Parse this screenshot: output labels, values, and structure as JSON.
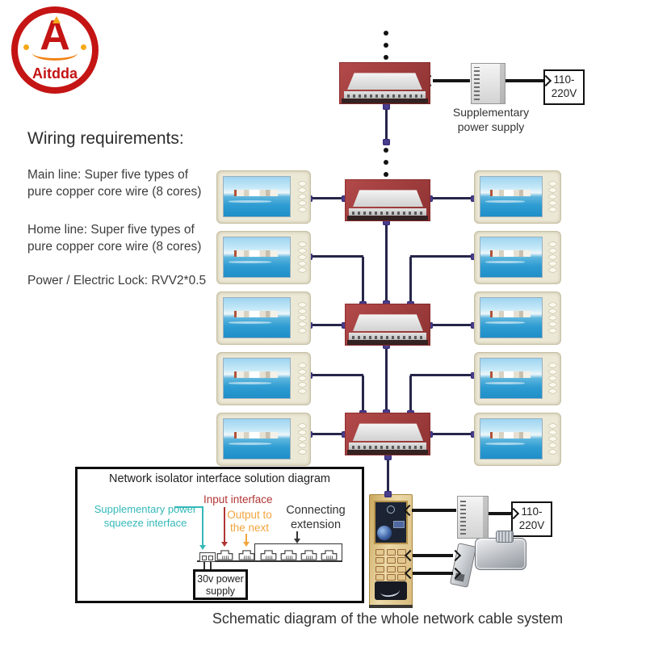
{
  "brand": {
    "name": "Aitdda",
    "monogram": "A"
  },
  "wiring": {
    "title": "Wiring requirements:",
    "main_1": "Main line: Super five types of",
    "main_2": "pure copper core wire (8 cores)",
    "home_1": "Home line: Super five types of",
    "home_2": "pure copper core wire (8 cores)",
    "power": "Power / Electric Lock: RVV2*0.5"
  },
  "top_branch": {
    "psu_1": "Supplementary",
    "psu_2": "power supply"
  },
  "voltage_box": [
    "110-",
    "220V"
  ],
  "inset": {
    "title": "Network isolator interface solution diagram",
    "supp_1": "Supplementary power",
    "supp_2": "squeeze interface",
    "input": "Input interface",
    "out_1": "Output to",
    "out_2": "the next",
    "conn_1": "Connecting",
    "conn_2": "extension",
    "psu30_1": "30v power",
    "psu30_2": "supply"
  },
  "caption": "Schematic diagram of the whole network cable system",
  "colors": {
    "brand_red": "#c41414",
    "teal": "#35b8b8",
    "input_red": "#b23434",
    "output_orange": "#f2a43c",
    "cable_navy": "#26264a",
    "connector_purple": "#4a3f8f",
    "switch_bg": "#9b3a3a",
    "monitor_frame": "#ece8d6",
    "door_gold": "#d9bc7d"
  }
}
